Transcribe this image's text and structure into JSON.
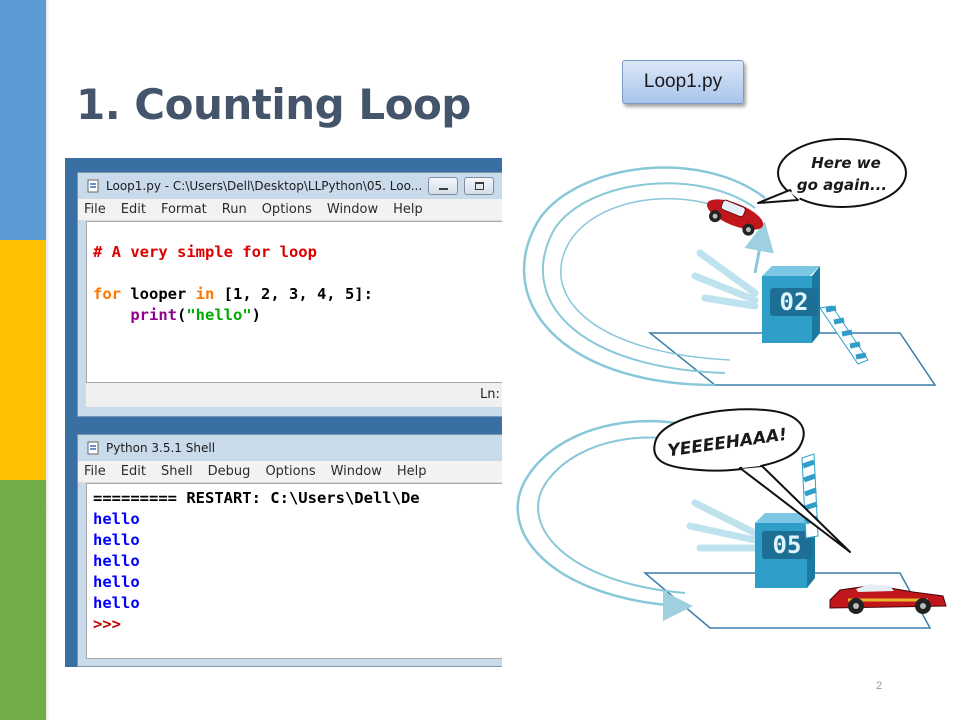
{
  "slide": {
    "title": "1. Counting Loop",
    "file_tag": "Loop1.py",
    "page_number": "2"
  },
  "editor": {
    "title": "Loop1.py - C:\\Users\\Dell\\Desktop\\LLPython\\05. Loo...",
    "menu": [
      "File",
      "Edit",
      "Format",
      "Run",
      "Options",
      "Window",
      "Help"
    ],
    "code": {
      "comment": "# A very simple for loop",
      "kw_for": "for",
      "loop_var": " looper ",
      "kw_in": "in",
      "list": " [1, 2, 3, 4, 5]:",
      "indent": "    ",
      "print_fn": "print",
      "paren_open": "(",
      "string": "\"hello\"",
      "paren_close": ")"
    },
    "status": "Ln:"
  },
  "shell": {
    "title": "Python 3.5.1 Shell",
    "menu": [
      "File",
      "Edit",
      "Shell",
      "Debug",
      "Options",
      "Window",
      "Help"
    ],
    "restart_line": "========= RESTART: C:\\Users\\Dell\\De",
    "output": [
      "hello",
      "hello",
      "hello",
      "hello",
      "hello"
    ],
    "prompt": ">>>"
  },
  "illustration": {
    "bubble_top": [
      "Here we",
      "go again..."
    ],
    "bubble_bottom": "YEEEEHAAA!",
    "counter_top": "02",
    "counter_bottom": "05"
  },
  "colors": {
    "stripe_blue": "#5a9bd5",
    "stripe_yellow": "#ffc000",
    "stripe_green": "#70ad47",
    "title": "#44546a",
    "track": "#88c8d8",
    "booth": "#2f9fc9",
    "car_red": "#c0161c"
  }
}
